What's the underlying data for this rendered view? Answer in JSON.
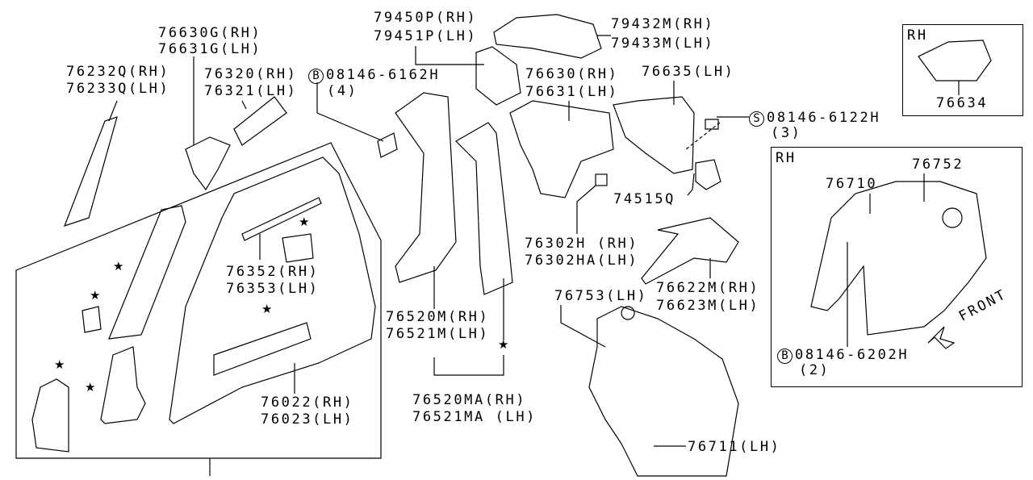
{
  "labels": {
    "p79450": "79450P(RH)",
    "p79451": "79451P(LH)",
    "p79432": "79432M(RH)",
    "p79433": "79433M(LH)",
    "p76630g": "76630G(RH)",
    "p76631g": "76631G(LH)",
    "p76232": "76232Q(RH)",
    "p76233": "76233Q(LH)",
    "p76320": "76320(RH)",
    "p76321": "76321(LH)",
    "bolt1_symbol": "B",
    "bolt1": "08146-6162H",
    "bolt1_qty": "(4)",
    "p76630": "76630(RH)",
    "p76631": "76631(LH)",
    "p76635": "76635(LH)",
    "inset1_side": "RH",
    "p76634": "76634",
    "screw_symbol": "S",
    "screw": "08146-6122H",
    "screw_qty": "(3)",
    "inset2_side": "RH",
    "p76752": "76752",
    "p76710": "76710",
    "p74515": "74515Q",
    "p76302h": "76302H (RH)",
    "p76302ha": "76302HA(LH)",
    "p76352": "76352(RH)",
    "p76353": "76353(LH)",
    "p76622": "76622M(RH)",
    "p76623": "76623M(LH)",
    "p76753": "76753(LH)",
    "p76520m": "76520M(RH)",
    "p76521m": "76521M(LH)",
    "bolt2_symbol": "B",
    "bolt2": "08146-6202H",
    "bolt2_qty": "(2)",
    "p76022": "76022(RH)",
    "p76023": "76023(LH)",
    "p76520ma": "76520MA(RH)",
    "p76521ma": "76521MA (LH)",
    "p76711": "76711(LH)",
    "front": "FRONT"
  },
  "star_symbol": "★"
}
